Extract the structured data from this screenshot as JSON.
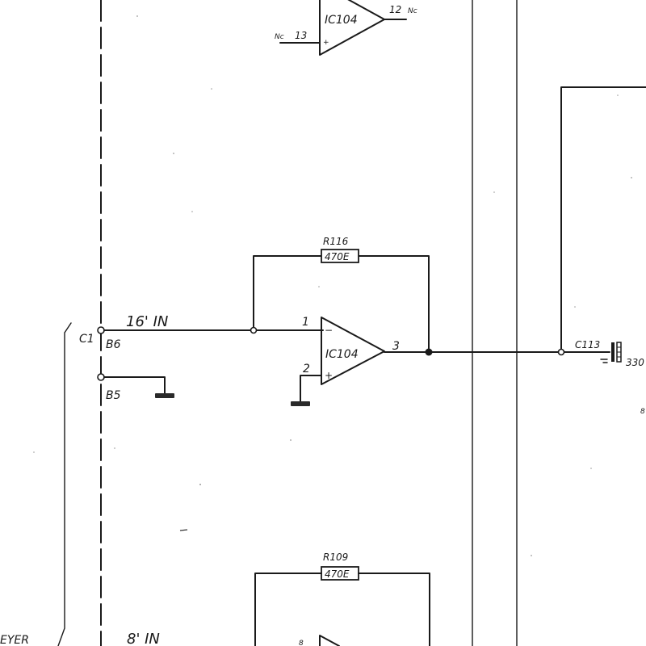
{
  "connector": {
    "name": "C1",
    "pins": [
      "B6",
      "B5"
    ],
    "side_label": "EYER"
  },
  "top_opamp": {
    "ref": "IC104",
    "pin_in": "13",
    "pin_out": "12",
    "nc_in": "Nc",
    "nc_out": "Nc"
  },
  "inputs": {
    "sixteen": "16' IN",
    "eight": "8' IN"
  },
  "mid_opamp": {
    "ref": "IC104",
    "pin_minus": "1",
    "pin_plus": "2",
    "pin_out": "3",
    "minus_sign": "−",
    "plus_sign": "+"
  },
  "resistors": [
    {
      "ref": "R116",
      "value": "470E"
    },
    {
      "ref": "R109",
      "value": "470E"
    }
  ],
  "capacitor": {
    "ref": "C113",
    "value": "330"
  },
  "bottom_opamp": {
    "pin": "8"
  }
}
